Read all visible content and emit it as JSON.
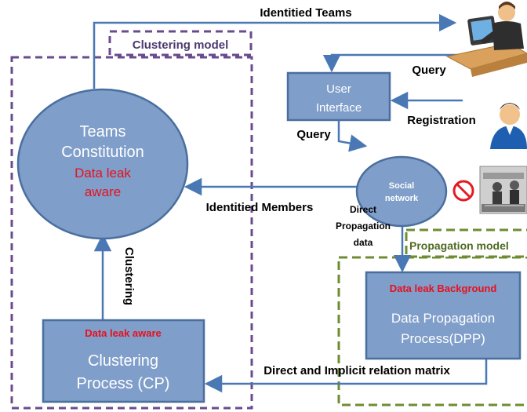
{
  "clustering_model": {
    "title": "Clustering model",
    "color": "#6a4b8e"
  },
  "propagation_model": {
    "title": "Propagation model",
    "color": "#6e8d32"
  },
  "teams_constitution": {
    "line1": "Teams",
    "line2": "Constitution",
    "red_line1": "Data leak",
    "red_line2": "aware"
  },
  "clustering_process": {
    "red_label": "Data leak aware",
    "line1": "Clustering",
    "line2": "Process (CP)"
  },
  "user_interface": {
    "line1": "User",
    "line2": "Interface"
  },
  "social_network": {
    "line1": "Social",
    "line2": "network"
  },
  "data_propagation": {
    "red_label": "Data leak Background",
    "line1": "Data Propagation",
    "line2": "Process(DPP)"
  },
  "edge_labels": {
    "identified_teams": "Identitied Teams",
    "query_top": "Query",
    "registration": "Registration",
    "query_mid": "Query",
    "identified_members": "Identitied Members",
    "direct_prop_1": "Direct",
    "direct_prop_2": "Propagation",
    "direct_prop_3": "data",
    "clustering": "Clustering",
    "relation_matrix": "Direct and Implicit relation matrix"
  },
  "icons": [
    "analyst-computer-icon",
    "user-person-icon",
    "prohibited-icon",
    "leak-photo-icon"
  ],
  "colors": {
    "node_fill": "#7f9ec9",
    "node_stroke": "#4a6f9f",
    "arrow": "#4a78b5",
    "red_text": "#e8101e"
  }
}
